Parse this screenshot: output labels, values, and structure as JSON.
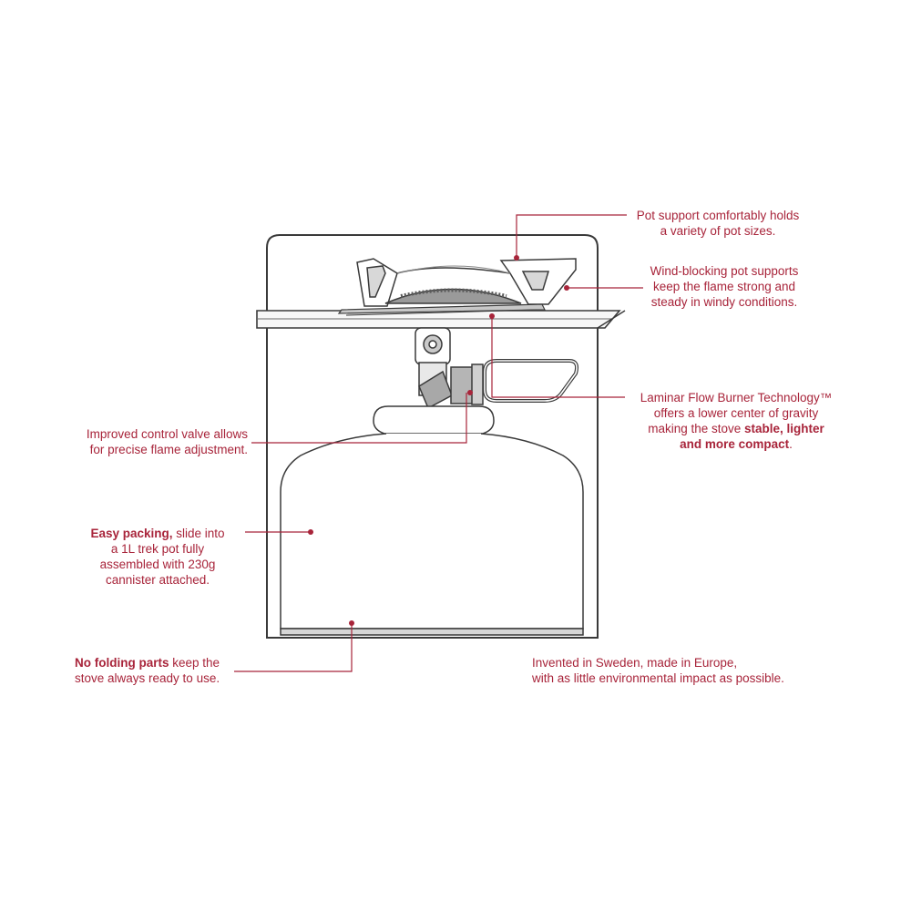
{
  "colors": {
    "accent": "#a8243a",
    "outline": "#3a3a3a",
    "metal": "#9a9a9a"
  },
  "callouts": {
    "pot_support": {
      "line1": "Pot support comfortably holds",
      "line2": "a variety of pot sizes."
    },
    "wind_blocking": {
      "line1": "Wind-blocking pot supports",
      "line2": "keep the flame strong and",
      "line3": "steady in windy conditions."
    },
    "laminar": {
      "line1": "Laminar Flow Burner Technology™",
      "line2": "offers a lower center of gravity",
      "line3_plain": "making the stove ",
      "line3_bold": "stable, lighter",
      "line4_bold": "and more compact",
      "line4_plain": "."
    },
    "control_valve": {
      "line1": "Improved control valve allows",
      "line2": "for precise flame adjustment."
    },
    "easy_packing": {
      "bold": "Easy packing,",
      "line1_plain": " slide into",
      "line2": "a 1L trek pot fully",
      "line3": "assembled with 230g",
      "line4": "cannister attached."
    },
    "no_folding": {
      "bold": "No folding parts",
      "line1_plain": " keep the",
      "line2": "stove always ready to use."
    },
    "invented": {
      "line1": "Invented in Sweden, made in Europe,",
      "line2": "with as little environmental impact as possible."
    }
  }
}
